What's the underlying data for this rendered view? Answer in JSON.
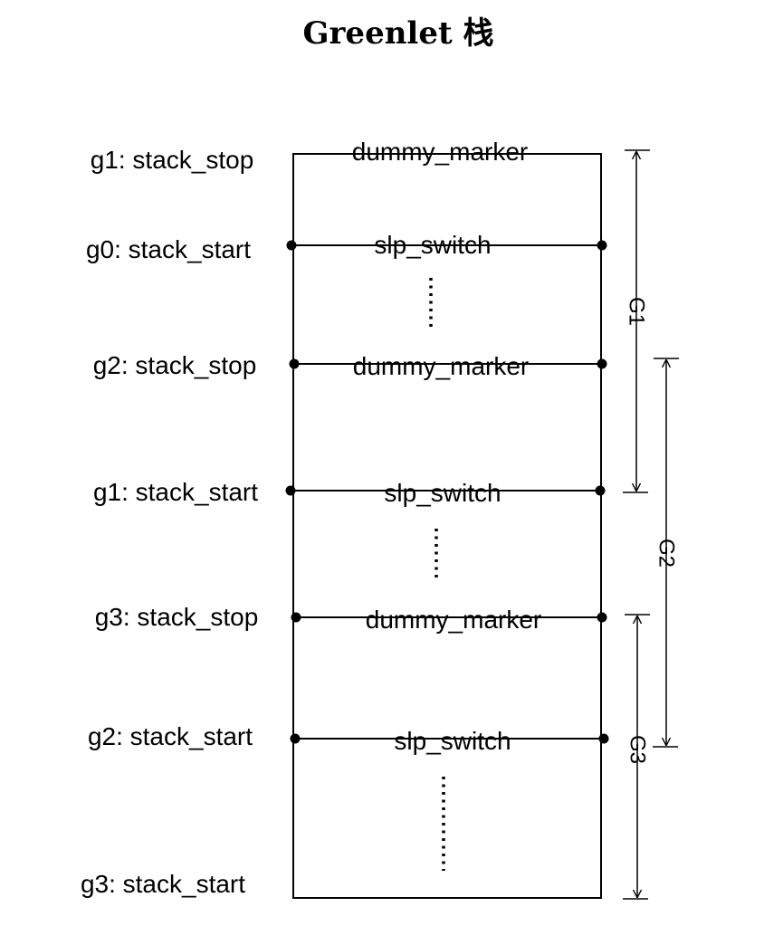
{
  "title": "Greenlet 栈",
  "side_labels": [
    "g1: stack_stop",
    "g0: stack_start",
    "g2: stack_stop",
    "g1: stack_start",
    "g3: stack_stop",
    "g2: stack_start",
    "g3: stack_start"
  ],
  "row_labels": [
    "dummy_marker",
    "slp_switch",
    "dummy_marker",
    "slp_switch",
    "dummy_marker",
    "slp_switch"
  ],
  "spans": [
    {
      "label": "G1"
    },
    {
      "label": "G2"
    },
    {
      "label": "G3"
    }
  ]
}
